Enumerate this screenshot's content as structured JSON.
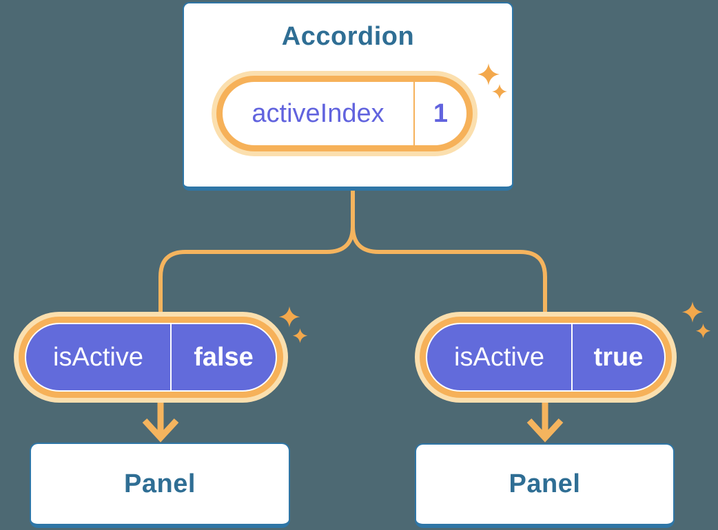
{
  "diagram": {
    "background_color": "#4D6973",
    "connector_color": "#F5B45E",
    "connector_glow_color": "#FBDFAE",
    "sparkle_color": "#F3A84C",
    "card_border_color": "#2F76A6",
    "card_text_color": "#2F6E94",
    "prop_pill_fill": "#626BDB",
    "state_text_color": "#6163DE",
    "root": {
      "title": "Accordion",
      "state": {
        "label": "activeIndex",
        "value": "1"
      }
    },
    "children": [
      {
        "prop": {
          "label": "isActive",
          "value": "false"
        },
        "panel": {
          "title": "Panel"
        }
      },
      {
        "prop": {
          "label": "isActive",
          "value": "true"
        },
        "panel": {
          "title": "Panel"
        }
      }
    ]
  }
}
